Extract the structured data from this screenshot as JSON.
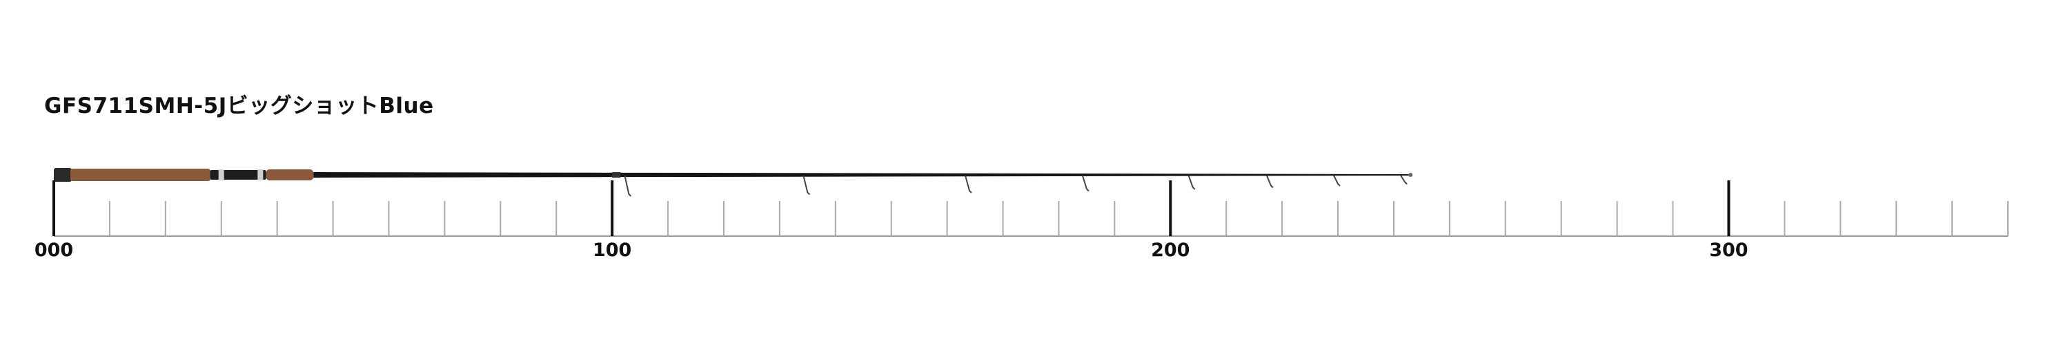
{
  "product": {
    "name": "GFS711SMH-5JビッグショットBlue"
  },
  "scale": {
    "min": 0,
    "max": 350,
    "minor_step": 10,
    "major_step": 100,
    "labels": [
      {
        "value": 0,
        "text": "000"
      },
      {
        "value": 100,
        "text": "100"
      },
      {
        "value": 200,
        "text": "200"
      },
      {
        "value": 300,
        "text": "300"
      }
    ]
  },
  "rod": {
    "total_length": 243,
    "grip_color": "#8a5a3a",
    "blank_color": "#151515",
    "guide_positions": [
      103,
      135,
      164,
      185,
      204,
      218,
      230,
      242
    ]
  }
}
